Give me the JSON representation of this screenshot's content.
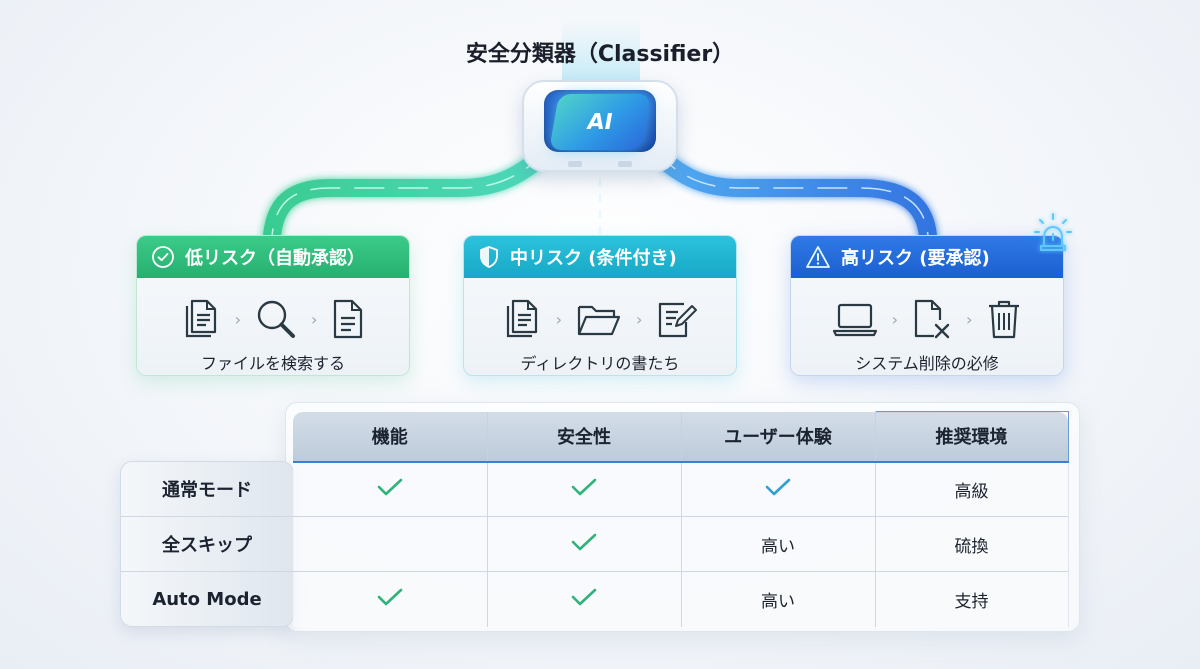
{
  "title": "安全分類器（Classifier）",
  "chip": {
    "label": "AI"
  },
  "colors": {
    "low": "#26b06f",
    "mid": "#17a8c6",
    "high": "#1c5fd0",
    "check_green": "#2fb37a",
    "check_blue": "#2f9fd0",
    "header_underline": "#3b7fd4"
  },
  "risk_cards": [
    {
      "level": "low",
      "title": "低リスク（自動承認）",
      "header_icon": "check-circle-icon",
      "flow_icons": [
        "documents-icon",
        "search-icon",
        "document-icon"
      ],
      "label": "ファイルを検索する"
    },
    {
      "level": "mid",
      "title": "中リスク (条件付き)",
      "header_icon": "shield-icon",
      "flow_icons": [
        "documents-icon",
        "folder-icon",
        "edit-document-icon"
      ],
      "label": "ディレクトリの書たち"
    },
    {
      "level": "high",
      "title": "高リスク (要承認)",
      "header_icon": "warning-icon",
      "flow_icons": [
        "laptop-icon",
        "delete-file-icon",
        "trash-icon"
      ],
      "label": "システム削除の必修",
      "badge_icon": "alarm-light-icon"
    }
  ],
  "table": {
    "columns": [
      "機能",
      "安全性",
      "ユーザー体験",
      "推奨環境"
    ],
    "rows": [
      {
        "label": "通常モード",
        "cells": [
          "check",
          "check",
          "check-blue",
          "高級"
        ]
      },
      {
        "label": "全スキップ",
        "cells": [
          "",
          "check",
          "高い",
          "硫換"
        ]
      },
      {
        "label": "Auto Mode",
        "cells": [
          "check",
          "check",
          "高い",
          "支持"
        ]
      }
    ]
  }
}
